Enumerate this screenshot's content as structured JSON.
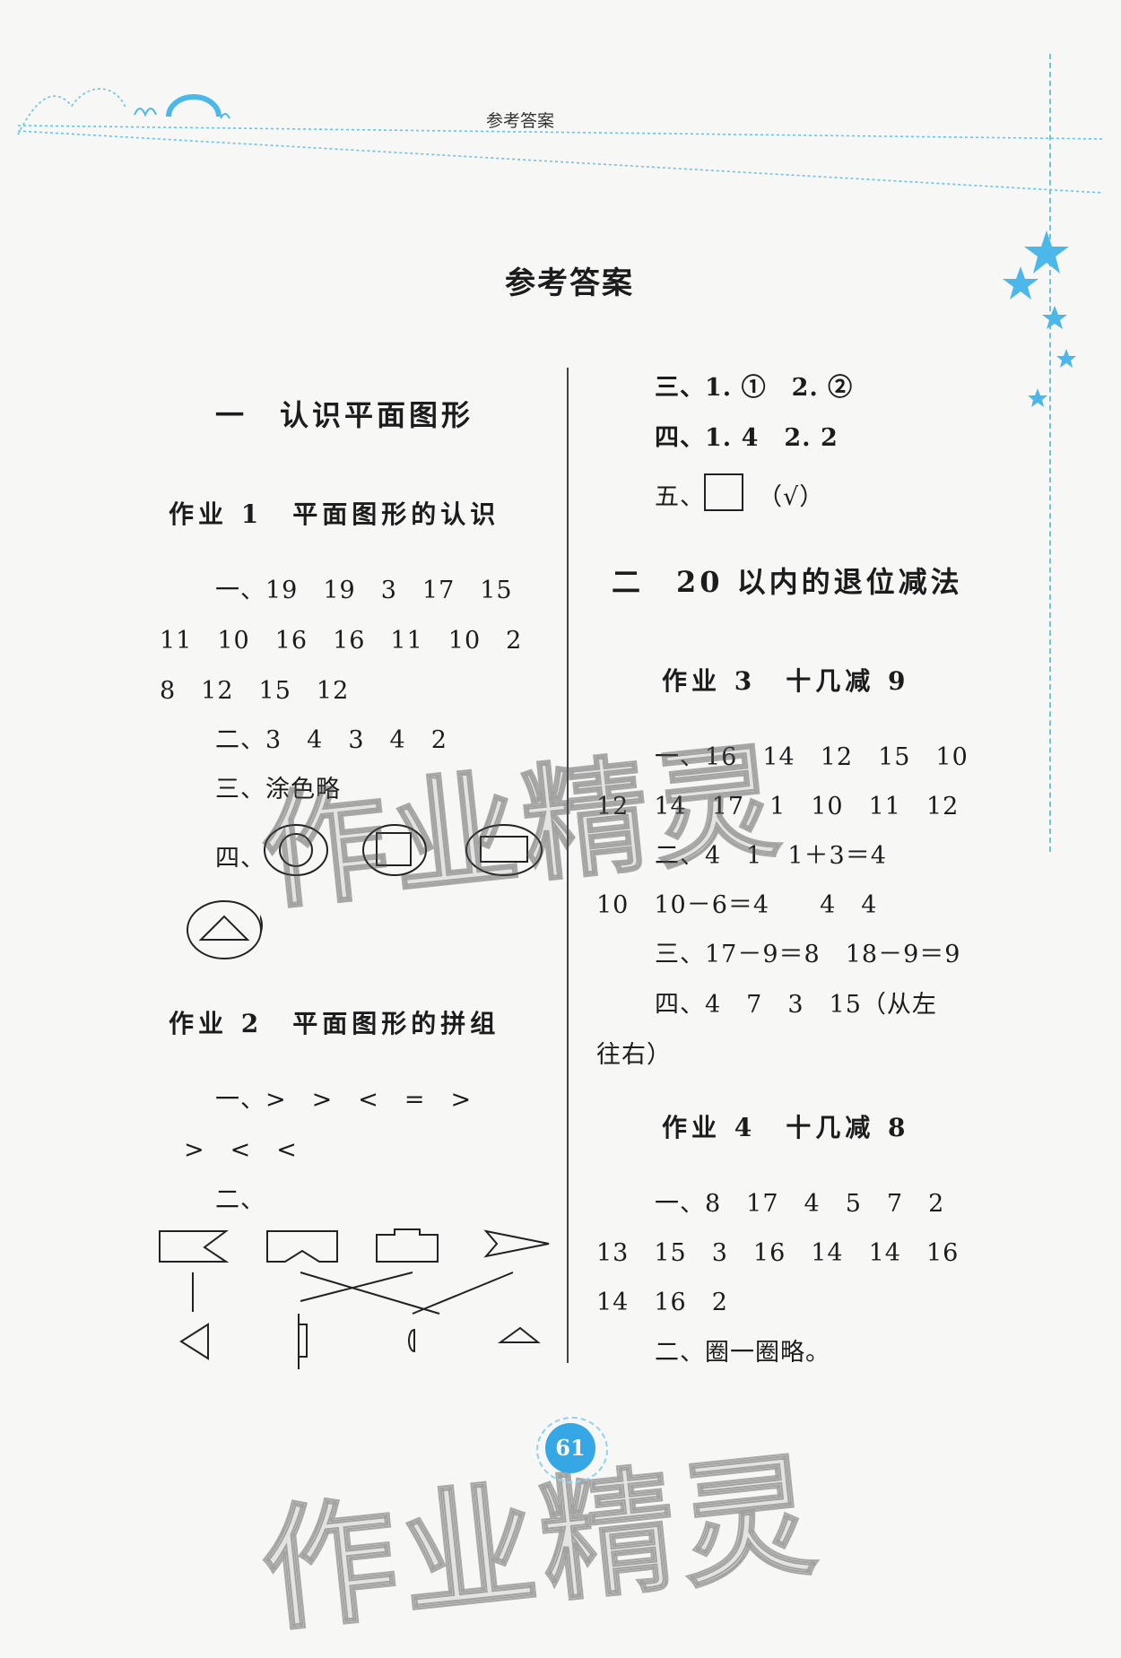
{
  "header": {
    "title": "参考答案"
  },
  "page_title": "参考答案",
  "left": {
    "unit1": "一　认识平面图形",
    "hw1": "作业 1　平面图形的认识",
    "hw1_lines": [
      "一、19　19　3　17　15",
      "11　10　16　16　11　10　2",
      "8　12　15　12",
      "二、3　4　3　4　2",
      "三、涂色略",
      "四、"
    ],
    "hw2": "作业 2　平面图形的拼组",
    "hw2_lines": [
      "一、>　>　<　=　>",
      ">　<　<",
      "二、"
    ]
  },
  "right": {
    "lines_top": [
      "三、1. ①　2. ②",
      "四、1. 4　2. 2",
      "五、",
      "（√）"
    ],
    "unit2": "二　20 以内的退位减法",
    "hw3": "作业 3　十几减 9",
    "hw3_lines": [
      "一、16　14　12　15　10",
      "12　14　17　1　10　11　12",
      "二、4　1　1＋3＝4",
      "10　10－6＝4　　4　4",
      "三、17－9＝8　18－9＝9",
      "四、4　7　3　15（从左",
      "往右）"
    ],
    "hw4": "作业 4　十几减 8",
    "hw4_lines": [
      "一、8　17　4　5　7　2",
      "13　15　3　16　14　14　16",
      "14　16　2",
      "二、圈一圈略。"
    ]
  },
  "page_number": "61",
  "watermark": "作业精灵",
  "colors": {
    "accent": "#35a7e5",
    "deco": "#6cc3e6",
    "star": "#4cb8ea"
  }
}
